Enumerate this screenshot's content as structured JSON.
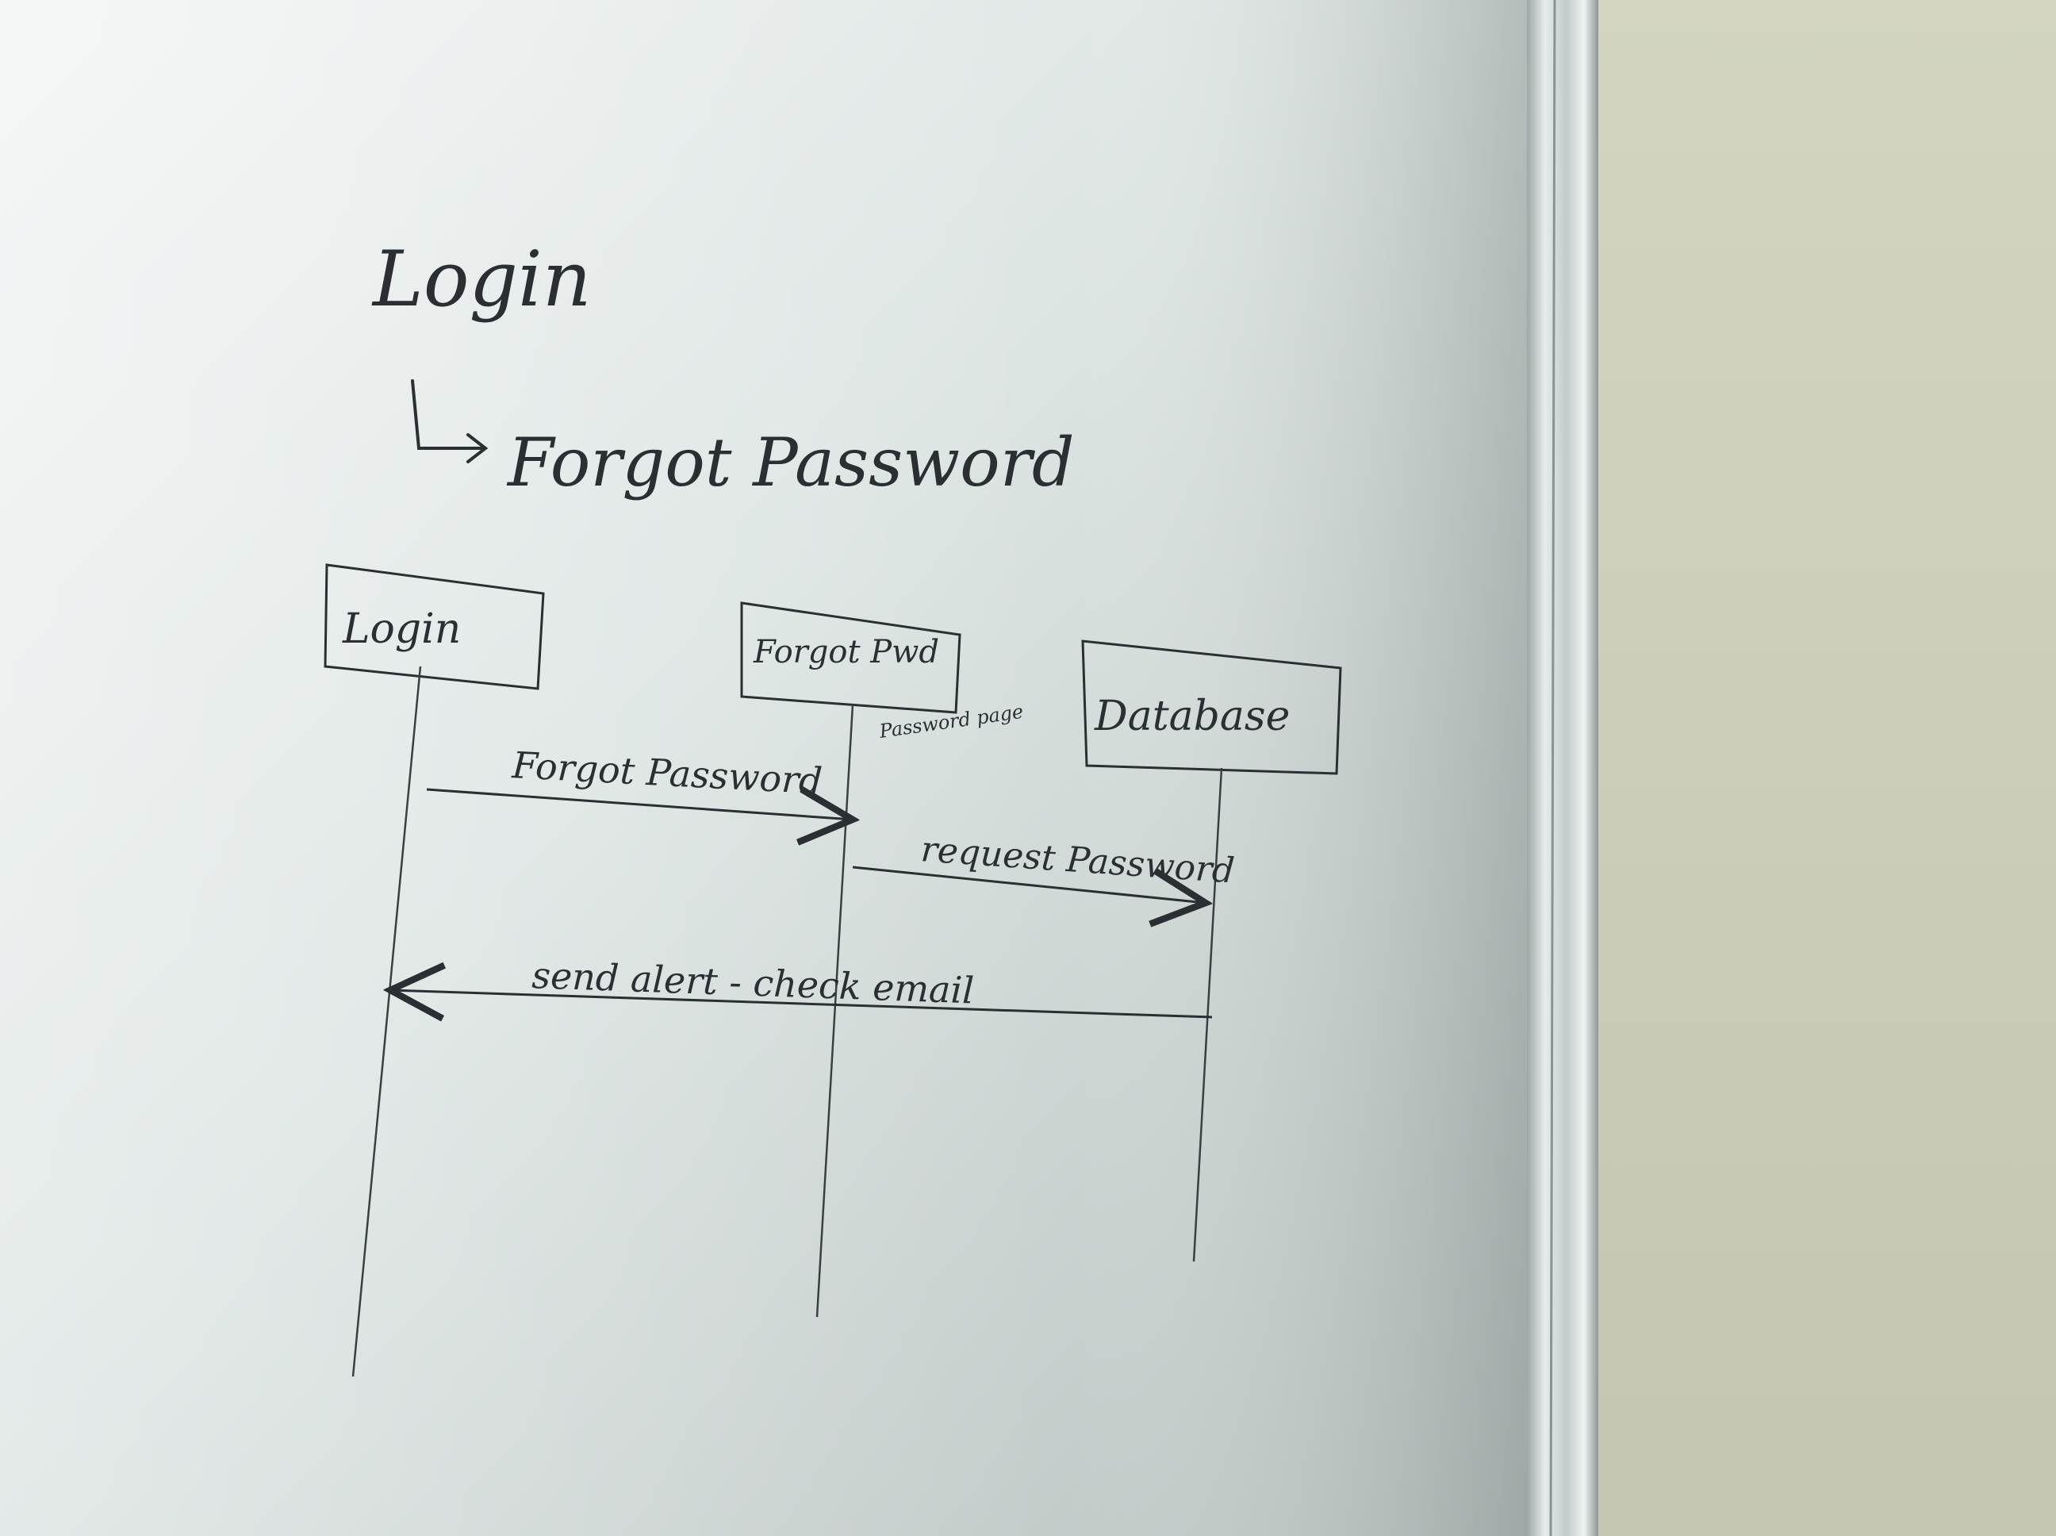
{
  "heading": {
    "title": "Login",
    "subtitle": "Forgot Password"
  },
  "diagram": {
    "lifelines": [
      {
        "label": "Login"
      },
      {
        "label": "Forgot Pwd",
        "note": "Password page"
      },
      {
        "label": "Database"
      }
    ],
    "messages": [
      {
        "label": "Forgot Password",
        "from": 0,
        "to": 1
      },
      {
        "label": "request Password",
        "from": 1,
        "to": 2
      },
      {
        "label": "send alert - check email",
        "from": 2,
        "to": 0
      }
    ]
  },
  "colors": {
    "board": "#dfe6e4",
    "board_edge": "#aab4b2",
    "frame": "#c8d0cf",
    "wall": "#cdd0bd",
    "ink": "#2b2f33"
  }
}
